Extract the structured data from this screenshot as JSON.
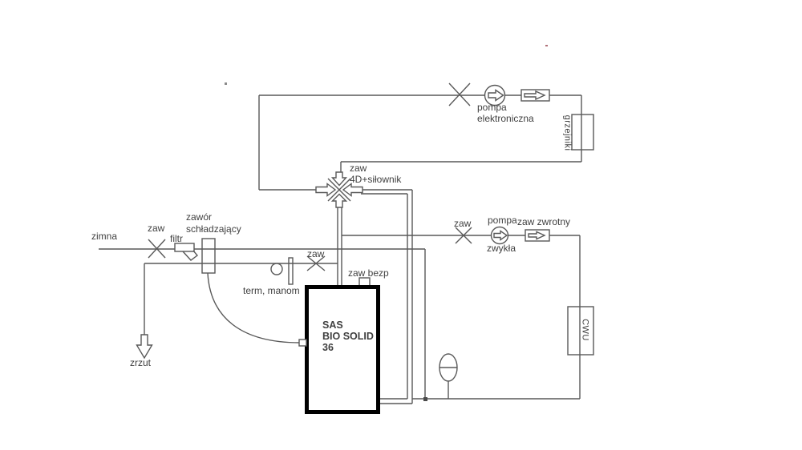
{
  "colors": {
    "line": "#595959",
    "symbol": "#4a4a4a",
    "text": "#404040",
    "boiler_border": "#000000",
    "background": "#ffffff"
  },
  "cold_water": {
    "inlet": "zimna",
    "valve": "zaw",
    "filter": "filtr",
    "cooling_valve_l1": "zawór",
    "cooling_valve_l2": "schładzający",
    "drain": "zrzut",
    "instruments": "term, manom"
  },
  "boiler": {
    "name_l1": "SAS",
    "name_l2": "BIO SOLID",
    "name_l3": "36",
    "inlet_valve": "zaw",
    "safety_valve": "zaw bezp"
  },
  "mixing_valve": {
    "l1": "zaw",
    "l2": "4D+siłownik"
  },
  "heating_loop": {
    "pump_l1": "pompa",
    "pump_l2": "elektroniczna",
    "radiators": "grzejniki"
  },
  "dhw_loop": {
    "valve": "zaw",
    "pump_l1": "pompa",
    "pump_l2": "zwykła",
    "check_valve": "zaw zwrotny",
    "tank": "CWU"
  }
}
